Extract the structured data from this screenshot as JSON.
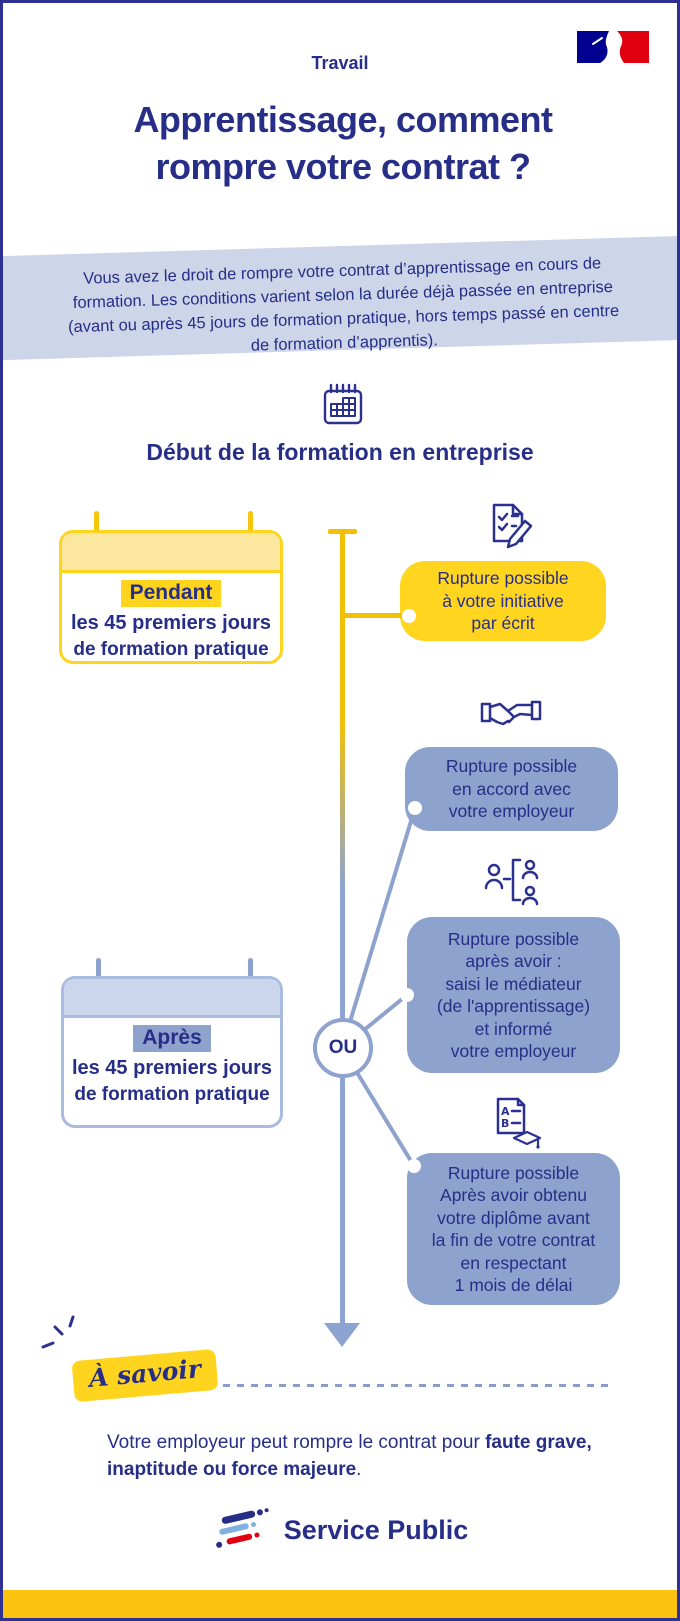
{
  "colors": {
    "navy_text": "#262e87",
    "border_blue": "#2e3192",
    "yellow_bright": "#FFD520",
    "yellow_connector": "#F3C008",
    "yellow_pale_header": "#FBE79E",
    "periwinkle": "#8EA2CE",
    "periwinkle_pale_header": "#CBD6EC",
    "intro_band": "#CDD5E9",
    "bottom_bar": "#FBC30D",
    "gov_blue": "#000091",
    "gov_red": "#E1000F"
  },
  "header": {
    "category": "Travail",
    "title": "Apprentissage, comment rompre votre contrat ?",
    "logo_icon": "french-government-flag-logo"
  },
  "intro": {
    "text": "Vous avez le droit de rompre votre contrat d’apprentissage en cours de formation. Les conditions varient selon la durée déjà passée en entreprise (avant ou après 45 jours de formation pratique, hors temps passé en centre de formation d’apprentis)."
  },
  "diagram": {
    "section_icon": "calendar-grid-icon",
    "heading": "Début de la formation en entreprise",
    "or_label": "OU",
    "periods": [
      {
        "style": "yellow",
        "highlight": "Pendant",
        "line1": "les 45 premiers jours",
        "line2": "de formation pratique"
      },
      {
        "style": "blue",
        "highlight": "Après",
        "line1": "les 45 premiers jours",
        "line2": "de formation pratique"
      }
    ],
    "options": [
      {
        "style": "yellow",
        "icon": "document-check-pencil-icon",
        "text": "Rupture possible\nà votre initiative\npar écrit"
      },
      {
        "style": "blue",
        "icon": "handshake-icon",
        "text": "Rupture possible\nen accord avec\nvotre employeur"
      },
      {
        "style": "blue",
        "icon": "mediator-people-icon",
        "text": "Rupture possible\naprès avoir :\nsaisi le médiateur\n(de l'apprentissage)\net informé\nvotre employeur"
      },
      {
        "style": "blue",
        "icon": "diploma-graduation-icon",
        "text": "Rupture possible\nAprès avoir obtenu\nvotre diplôme avant\nla fin de votre contrat\nen respectant\n1 mois de délai"
      }
    ]
  },
  "footer_note": {
    "tag": "À savoir",
    "spark_icon": "spark-lines-icon",
    "text_normal": "Votre employeur peut rompre le contrat pour ",
    "text_bold_1": "faute grave,",
    "text_bold_2": "inaptitude ou force majeure",
    "text_end": "."
  },
  "brand": {
    "name": "Service Public",
    "logo_icon": "service-public-logo"
  }
}
